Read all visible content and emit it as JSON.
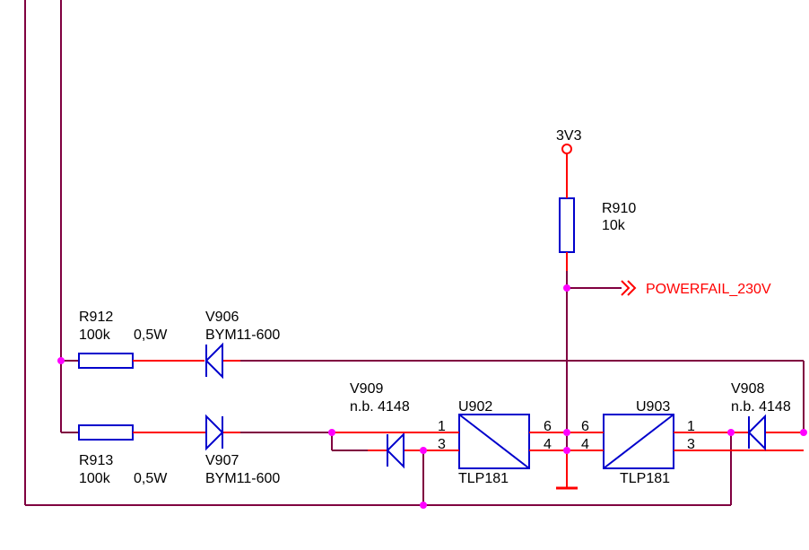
{
  "supply": {
    "name": "3V3"
  },
  "resistors": [
    {
      "ref": "R910",
      "value": "10k"
    },
    {
      "ref": "R912",
      "value": "100k",
      "power": "0,5W"
    },
    {
      "ref": "R913",
      "value": "100k",
      "power": "0,5W"
    }
  ],
  "diodes": [
    {
      "ref": "V906",
      "value": "BYM11-600"
    },
    {
      "ref": "V907",
      "value": "BYM11-600"
    },
    {
      "ref": "V908",
      "value": "n.b. 4148"
    },
    {
      "ref": "V909",
      "value": "n.b. 4148"
    }
  ],
  "optocouplers": [
    {
      "ref": "U902",
      "value": "TLP181",
      "pins": [
        "1",
        "3",
        "6",
        "4"
      ]
    },
    {
      "ref": "U903",
      "value": "TLP181",
      "pins": [
        "6",
        "4",
        "1",
        "3"
      ]
    }
  ],
  "net_label": "POWERFAIL_230V",
  "colors": {
    "wire": "#800040",
    "pin": "#ff0000",
    "symbol": "#0000cc",
    "junction": "#ff00ff",
    "net_label": "#ff0000"
  }
}
